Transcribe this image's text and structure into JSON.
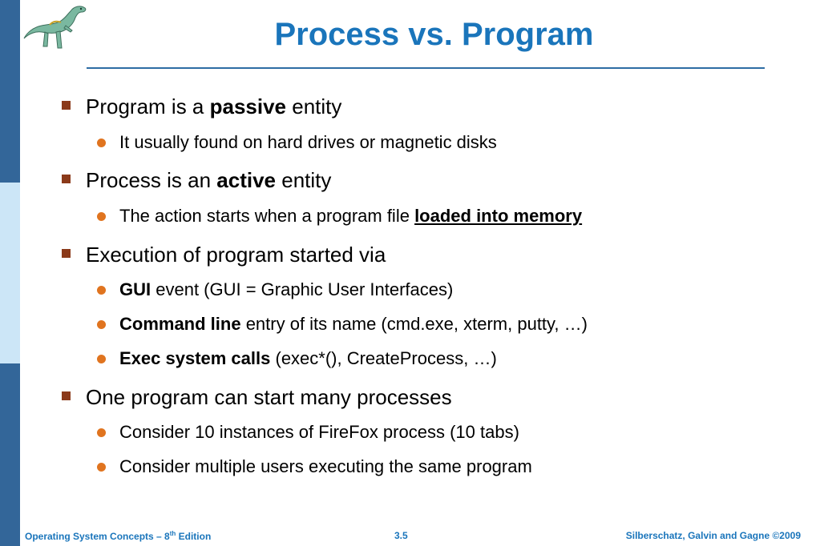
{
  "slide": {
    "title": "Process vs. Program",
    "bullets": [
      {
        "level1_parts": [
          "Program is a ",
          "passive",
          " entity"
        ],
        "subs": [
          {
            "parts": [
              "It usually found on hard drives or magnetic disks"
            ]
          }
        ]
      },
      {
        "level1_parts": [
          "Process is an ",
          "active",
          " entity"
        ],
        "subs": [
          {
            "parts": [
              "The action starts when a program file ",
              "loaded into memory"
            ]
          }
        ]
      },
      {
        "level1_parts": [
          "Execution of program started via"
        ],
        "subs": [
          {
            "parts": [
              "GUI",
              " event (GUI = Graphic User Interfaces)"
            ]
          },
          {
            "parts": [
              "Command line",
              " entry of its name (cmd.exe, xterm, putty, …)"
            ]
          },
          {
            "parts": [
              "Exec system calls",
              " (exec*(), CreateProcess, …)"
            ]
          }
        ]
      },
      {
        "level1_parts": [
          "One program can start many processes"
        ],
        "subs": [
          {
            "parts": [
              "Consider 10 instances of FireFox process (10 tabs)"
            ]
          },
          {
            "parts": [
              "Consider multiple users executing the same program"
            ]
          }
        ]
      }
    ]
  },
  "footer": {
    "left_prefix": "Operating System Concepts – 8",
    "left_sup": "th",
    "left_suffix": " Edition",
    "center": "3.5",
    "right": "Silberschatz, Galvin and Gagne ©2009"
  },
  "colors": {
    "title": "#1a75bb",
    "stripe_dark": "#336699",
    "stripe_light": "#cce6f7",
    "bullet_square": "#8b3a1a",
    "bullet_dot": "#e0741f"
  },
  "icons": {
    "logo": "dinosaur-logo-icon",
    "level1_bullet": "square-bullet-icon",
    "level2_bullet": "circle-bullet-icon"
  }
}
